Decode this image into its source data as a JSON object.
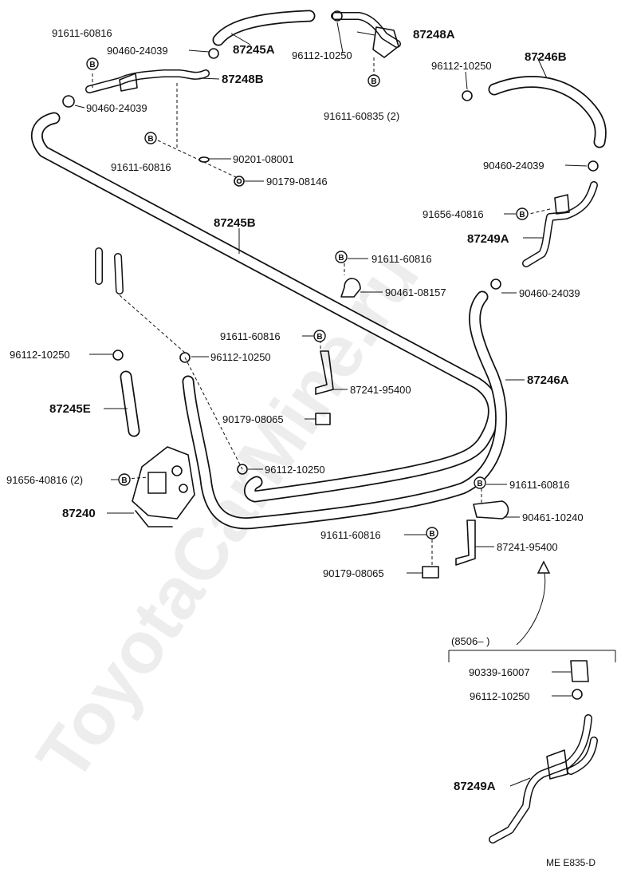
{
  "watermark": "ToyotaCarMine.ru",
  "footer_code": "ME E835-D",
  "bracket_note": "(8506–        )",
  "bolt_badge": "B",
  "parts": {
    "hose_87245A": "87245A",
    "pipe_87248A": "87248A",
    "pipe_87248B": "87248B",
    "hose_87246B": "87246B",
    "hose_87245B": "87245B",
    "pipe_87249A_top": "87249A",
    "hose_87246A": "87246A",
    "hose_87245E": "87245E",
    "valve_87240": "87240",
    "pipe_87249A_bottom": "87249A"
  },
  "numbers": {
    "n_91611_60816_a": "91611-60816",
    "n_90460_24039_a": "90460-24039",
    "n_96112_10250_a": "96112-10250",
    "n_90460_24039_b": "90460-24039",
    "n_91611_60835": "91611-60835 (2)",
    "n_96112_10250_b": "96112-10250",
    "n_90201_08001": "90201-08001",
    "n_91611_60816_b": "91611-60816",
    "n_90179_08146": "90179-08146",
    "n_90460_24039_c": "90460-24039",
    "n_91656_40816_a": "91656-40816",
    "n_91611_60816_c": "91611-60816",
    "n_90461_08157": "90461-08157",
    "n_90460_24039_d": "90460-24039",
    "n_91611_60816_d": "91611-60816",
    "n_96112_10250_c": "96112-10250",
    "n_96112_10250_d": "96112-10250",
    "n_87241_95400_a": "87241-95400",
    "n_90179_08065_a": "90179-08065",
    "n_96112_10250_e": "96112-10250",
    "n_91656_40816_b": "91656-40816 (2)",
    "n_91611_60816_e": "91611-60816",
    "n_90461_10240": "90461-10240",
    "n_91611_60816_f": "91611-60816",
    "n_87241_95400_b": "87241-95400",
    "n_90179_08065_b": "90179-08065",
    "n_90339_16007": "90339-16007",
    "n_96112_10250_f": "96112-10250"
  }
}
